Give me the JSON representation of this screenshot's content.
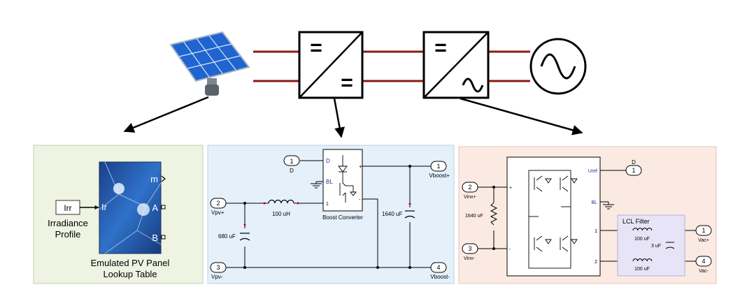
{
  "top_chain": {
    "dc_dc_symbol_top": "=",
    "dc_dc_symbol_bottom": "=",
    "dc_ac_symbol_top": "=",
    "dc_ac_symbol_bottom": "~"
  },
  "pv_panel": {
    "input_block_label": "Irr",
    "input_caption_line1": "Irradiance",
    "input_caption_line2": "Profile",
    "block_in_port": "Ir",
    "block_out_m": "m",
    "block_out_a": "A",
    "block_out_b": "B",
    "caption_line1": "Emulated PV Panel",
    "caption_line2": "Lookup Table"
  },
  "boost": {
    "d_port_num": "1",
    "d_port_label": "D",
    "vpv_plus_num": "2",
    "vpv_plus_label": "Vpv+",
    "vpv_minus_num": "3",
    "vpv_minus_label": "Vpv-",
    "vboost_plus_num": "1",
    "vboost_plus_label": "Vboost+",
    "vboost_minus_num": "4",
    "vboost_minus_label": "Vboost-",
    "inductor_label": "100 uH",
    "input_cap_label": "680 uF",
    "output_cap_label": "1640 uF",
    "block_label": "Boost Converter",
    "block_port_d": "D",
    "block_port_bl": "BL",
    "block_port_1": "1",
    "block_port_plus": "+",
    "block_port_minus": "-"
  },
  "inverter": {
    "d_port_num": "1",
    "d_port_label": "D",
    "vinv_plus_num": "2",
    "vinv_plus_label": "Vinv+",
    "vinv_minus_num": "3",
    "vinv_minus_label": "Vinv-",
    "vac_plus_num": "1",
    "vac_plus_label": "Vac+",
    "vac_minus_num": "4",
    "vac_minus_label": "Vac-",
    "dc_cap_label": "1640 uF",
    "block_port_uref": "Uref",
    "block_port_bl": "BL",
    "block_port_plus": "+",
    "block_port_minus": "-",
    "block_port_1": "1",
    "block_port_2": "2",
    "filter_title": "LCL Filter",
    "filter_l1_label": "100 uF",
    "filter_l2_label": "100 uF",
    "filter_c_label": "3 uF"
  },
  "colors": {
    "wire_red": "#8b1a1a",
    "panel_green": "#eef3e2",
    "panel_blue": "#e4f0fa",
    "panel_pink": "#fbeae2",
    "lcl_box": "#e7e4f7",
    "solar_blue": "#2a6fd6"
  }
}
